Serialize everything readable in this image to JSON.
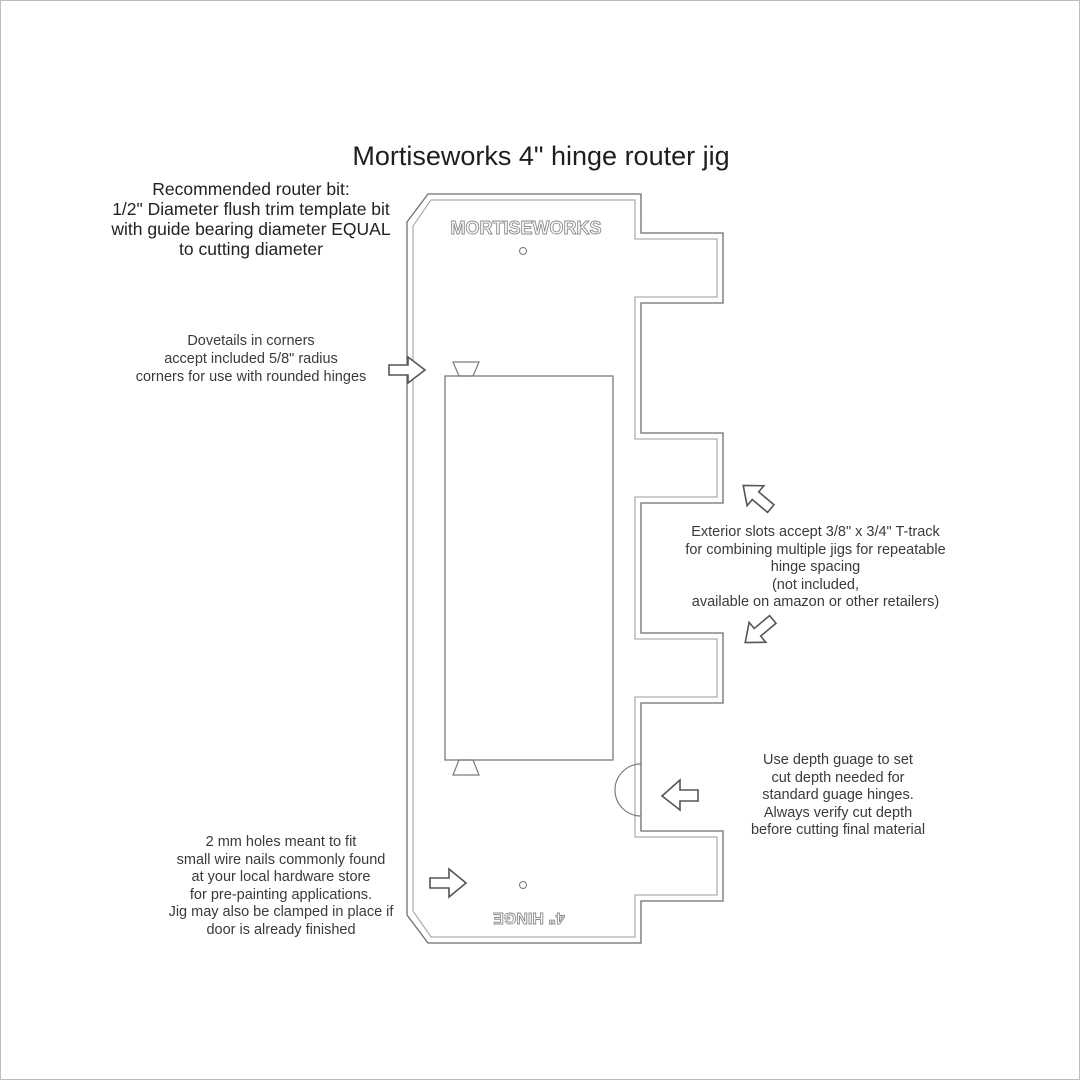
{
  "title": "Mortiseworks 4\" hinge router jig",
  "notes": {
    "router_bit": "Recommended router bit:\n1/2\" Diameter flush trim template bit\nwith guide bearing diameter EQUAL\nto cutting diameter",
    "dovetails": "Dovetails in corners\naccept included 5/8\" radius\ncorners for use with rounded hinges",
    "exterior_slots": "Exterior slots accept 3/8\" x 3/4\" T-track\nfor combining multiple jigs for repeatable\nhinge spacing\n(not included,\navailable on amazon or other retailers)",
    "depth_gauge": "Use depth guage to set\ncut depth needed for\nstandard guage hinges.\nAlways verify cut depth\nbefore cutting final material",
    "nail_holes": "2 mm holes meant to fit\nsmall wire nails commonly found\nat your local hardware store\nfor pre-painting applications.\nJig may also be clamped in place if\ndoor is already finished"
  },
  "jig": {
    "brand_engraving": "MORTISEWORKS",
    "size_engraving": "4\" HINGE",
    "line_color": "#6e6e6e",
    "arrow_color": "#555555"
  }
}
